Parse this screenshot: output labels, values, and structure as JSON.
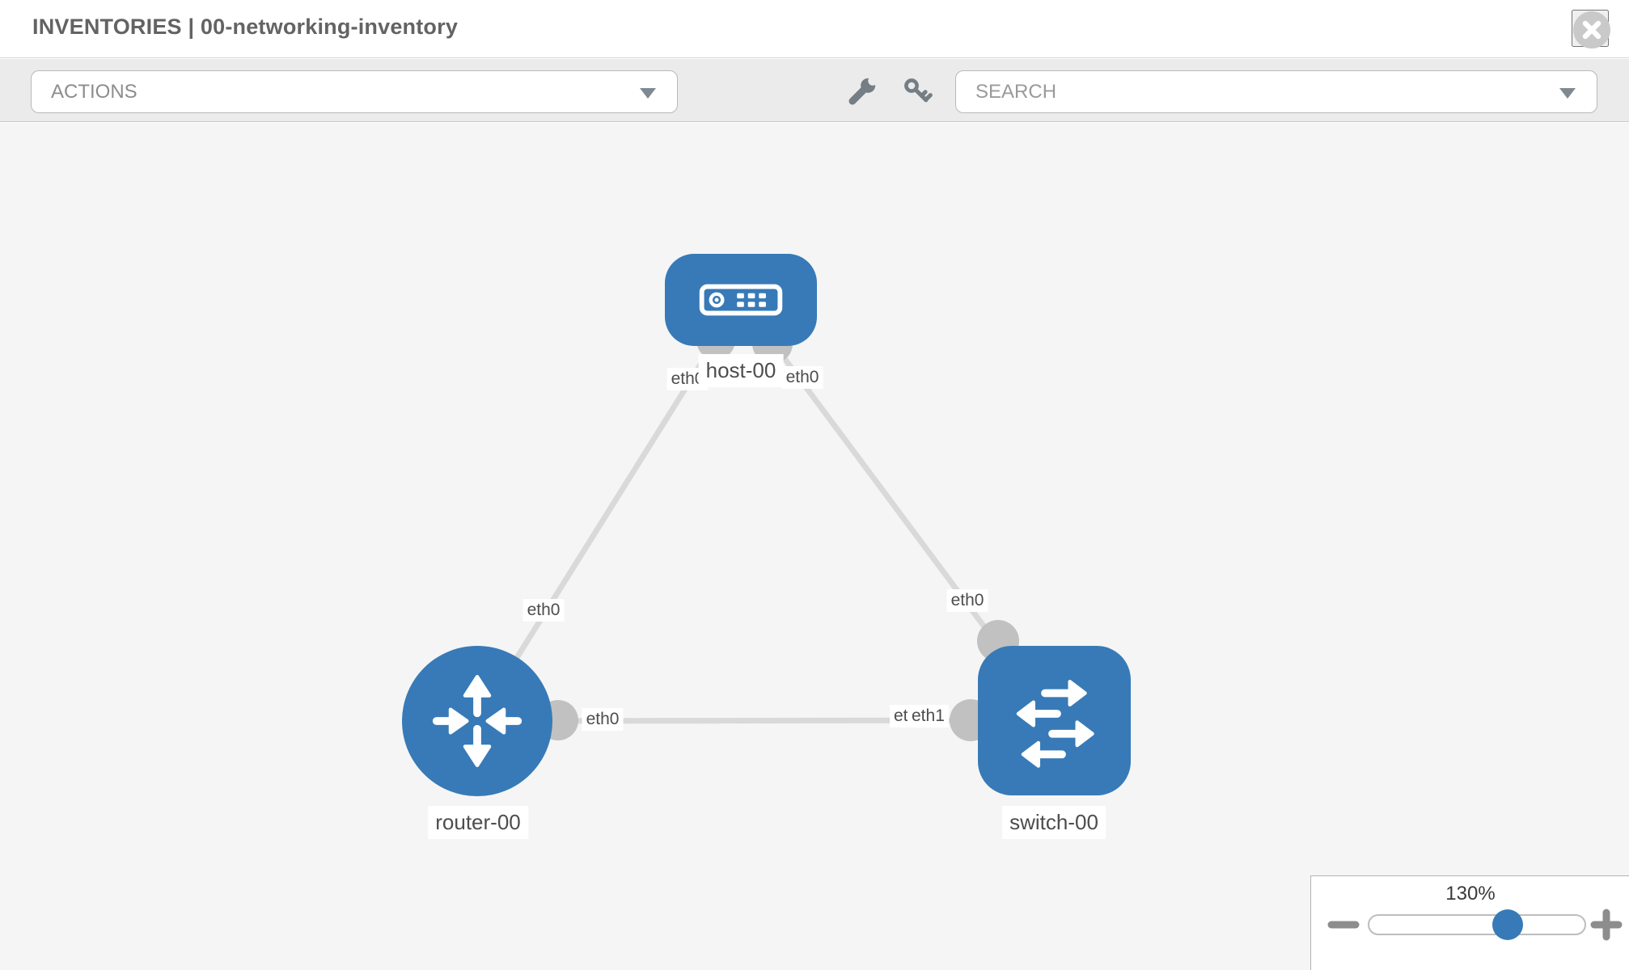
{
  "header": {
    "title": "INVENTORIES | 00-networking-inventory"
  },
  "toolbar": {
    "actions_placeholder": "ACTIONS",
    "search_placeholder": "SEARCH",
    "tool_icons": [
      "wrench",
      "key"
    ]
  },
  "topology": {
    "nodes": [
      {
        "label": "host-00",
        "type": "host"
      },
      {
        "label": "router-00",
        "type": "router"
      },
      {
        "label": "switch-00",
        "type": "switch"
      }
    ],
    "links": [
      {
        "from": "host-00",
        "to": "router-00",
        "from_if": "eth0",
        "to_if": "eth0"
      },
      {
        "from": "host-00",
        "to": "switch-00",
        "from_if": "eth0",
        "to_if": "eth0"
      },
      {
        "from": "router-00",
        "to": "switch-00",
        "from_if": "eth0",
        "to_if": "eth1",
        "to_if_behind": "eth0"
      }
    ]
  },
  "zoom_control": {
    "level": "130%"
  },
  "colors": {
    "node_blue": "#377ab7",
    "link_gray": "#d9d9d9",
    "connector_gray": "#c1c1c1",
    "canvas_bg": "#f5f5f5",
    "toolbar_bg": "#ebebeb"
  }
}
